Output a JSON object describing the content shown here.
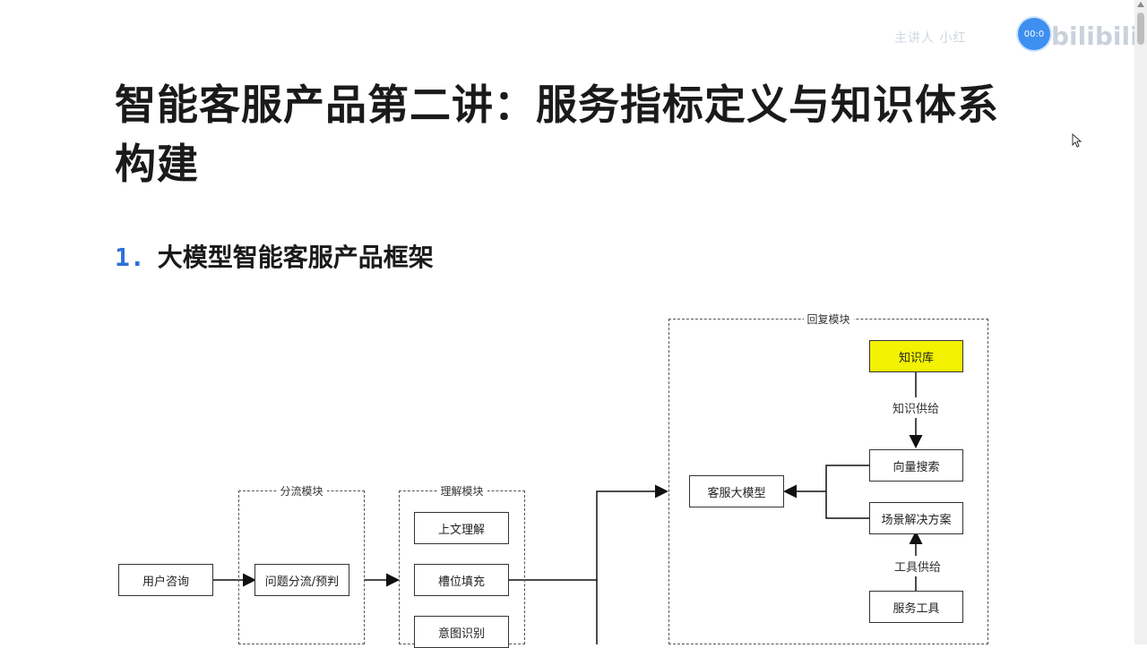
{
  "header": {
    "title": "智能客服产品第二讲：服务指标定义与知识体系构建",
    "section_number": "1.",
    "section_title": "大模型智能客服产品框架"
  },
  "diagram": {
    "groups": {
      "reply": "回复模块",
      "routing": "分流模块",
      "understanding": "理解模块"
    },
    "nodes": {
      "knowledge_base": "知识库",
      "vector_search": "向量搜索",
      "scenario_solution": "场景解决方案",
      "service_tools": "服务工具",
      "cs_llm": "客服大模型",
      "user_query": "用户咨询",
      "question_routing": "问题分流/预判",
      "context_understanding": "上文理解",
      "slot_filling": "槽位填充",
      "intent_recognition": "意图识别"
    },
    "edge_labels": {
      "knowledge_supply": "知识供给",
      "tool_supply": "工具供给"
    }
  },
  "overlay": {
    "timer": "00:0",
    "watermark": "主讲人 小红",
    "logo": "bilibili"
  },
  "colors": {
    "knowledge_base_fill": "#f3f200",
    "section_number": "#2f6fd6"
  }
}
